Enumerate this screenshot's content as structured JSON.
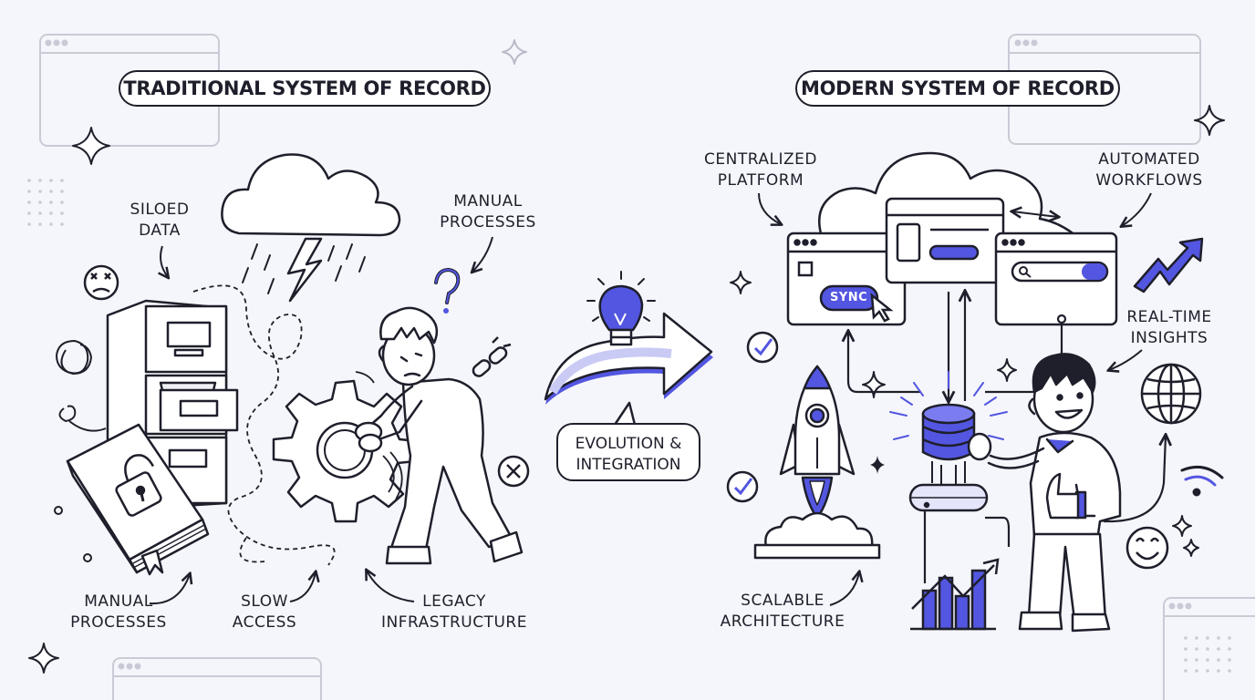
{
  "left": {
    "title": "TRADITIONAL SYSTEM OF RECORD",
    "labels": {
      "siloed_data": "SILOED\nDATA",
      "manual_processes_top": "MANUAL\nPROCESSES",
      "manual_processes_bottom": "MANUAL\nPROCESSES",
      "slow_access": "SLOW\nACCESS",
      "legacy_infrastructure": "LEGACY\nINFRASTRUCTURE"
    }
  },
  "center": {
    "bubble": "EVOLUTION &\nINTEGRATION"
  },
  "right": {
    "title": "MODERN SYSTEM OF RECORD",
    "labels": {
      "centralized_platform": "CENTRALIZED\nPLATFORM",
      "automated_workflows": "AUTOMATED\nWORKFLOWS",
      "real_time_insights": "REAL-TIME\nINSIGHTS",
      "scalable_architecture": "SCALABLE\nARCHITECTURE"
    },
    "sync_button": "SYNC"
  },
  "colors": {
    "ink": "#1e1f2b",
    "accent": "#5356e0",
    "accent_light": "#c9cbf5",
    "background": "#f5f6fb"
  },
  "icons": [
    "storm-cloud-icon",
    "filing-cabinet-icon",
    "locked-book-icon",
    "gear-icon",
    "confused-person-icon",
    "question-mark-icon",
    "broken-chain-icon",
    "sad-face-icon",
    "x-circle-icon",
    "lightbulb-icon",
    "arrow-icon",
    "cloud-platform-icon",
    "database-icon",
    "rocket-icon",
    "happy-person-icon",
    "globe-icon",
    "wifi-icon",
    "smiley-icon",
    "growth-chart-icon",
    "trend-arrow-icon",
    "checkmark-icon"
  ]
}
